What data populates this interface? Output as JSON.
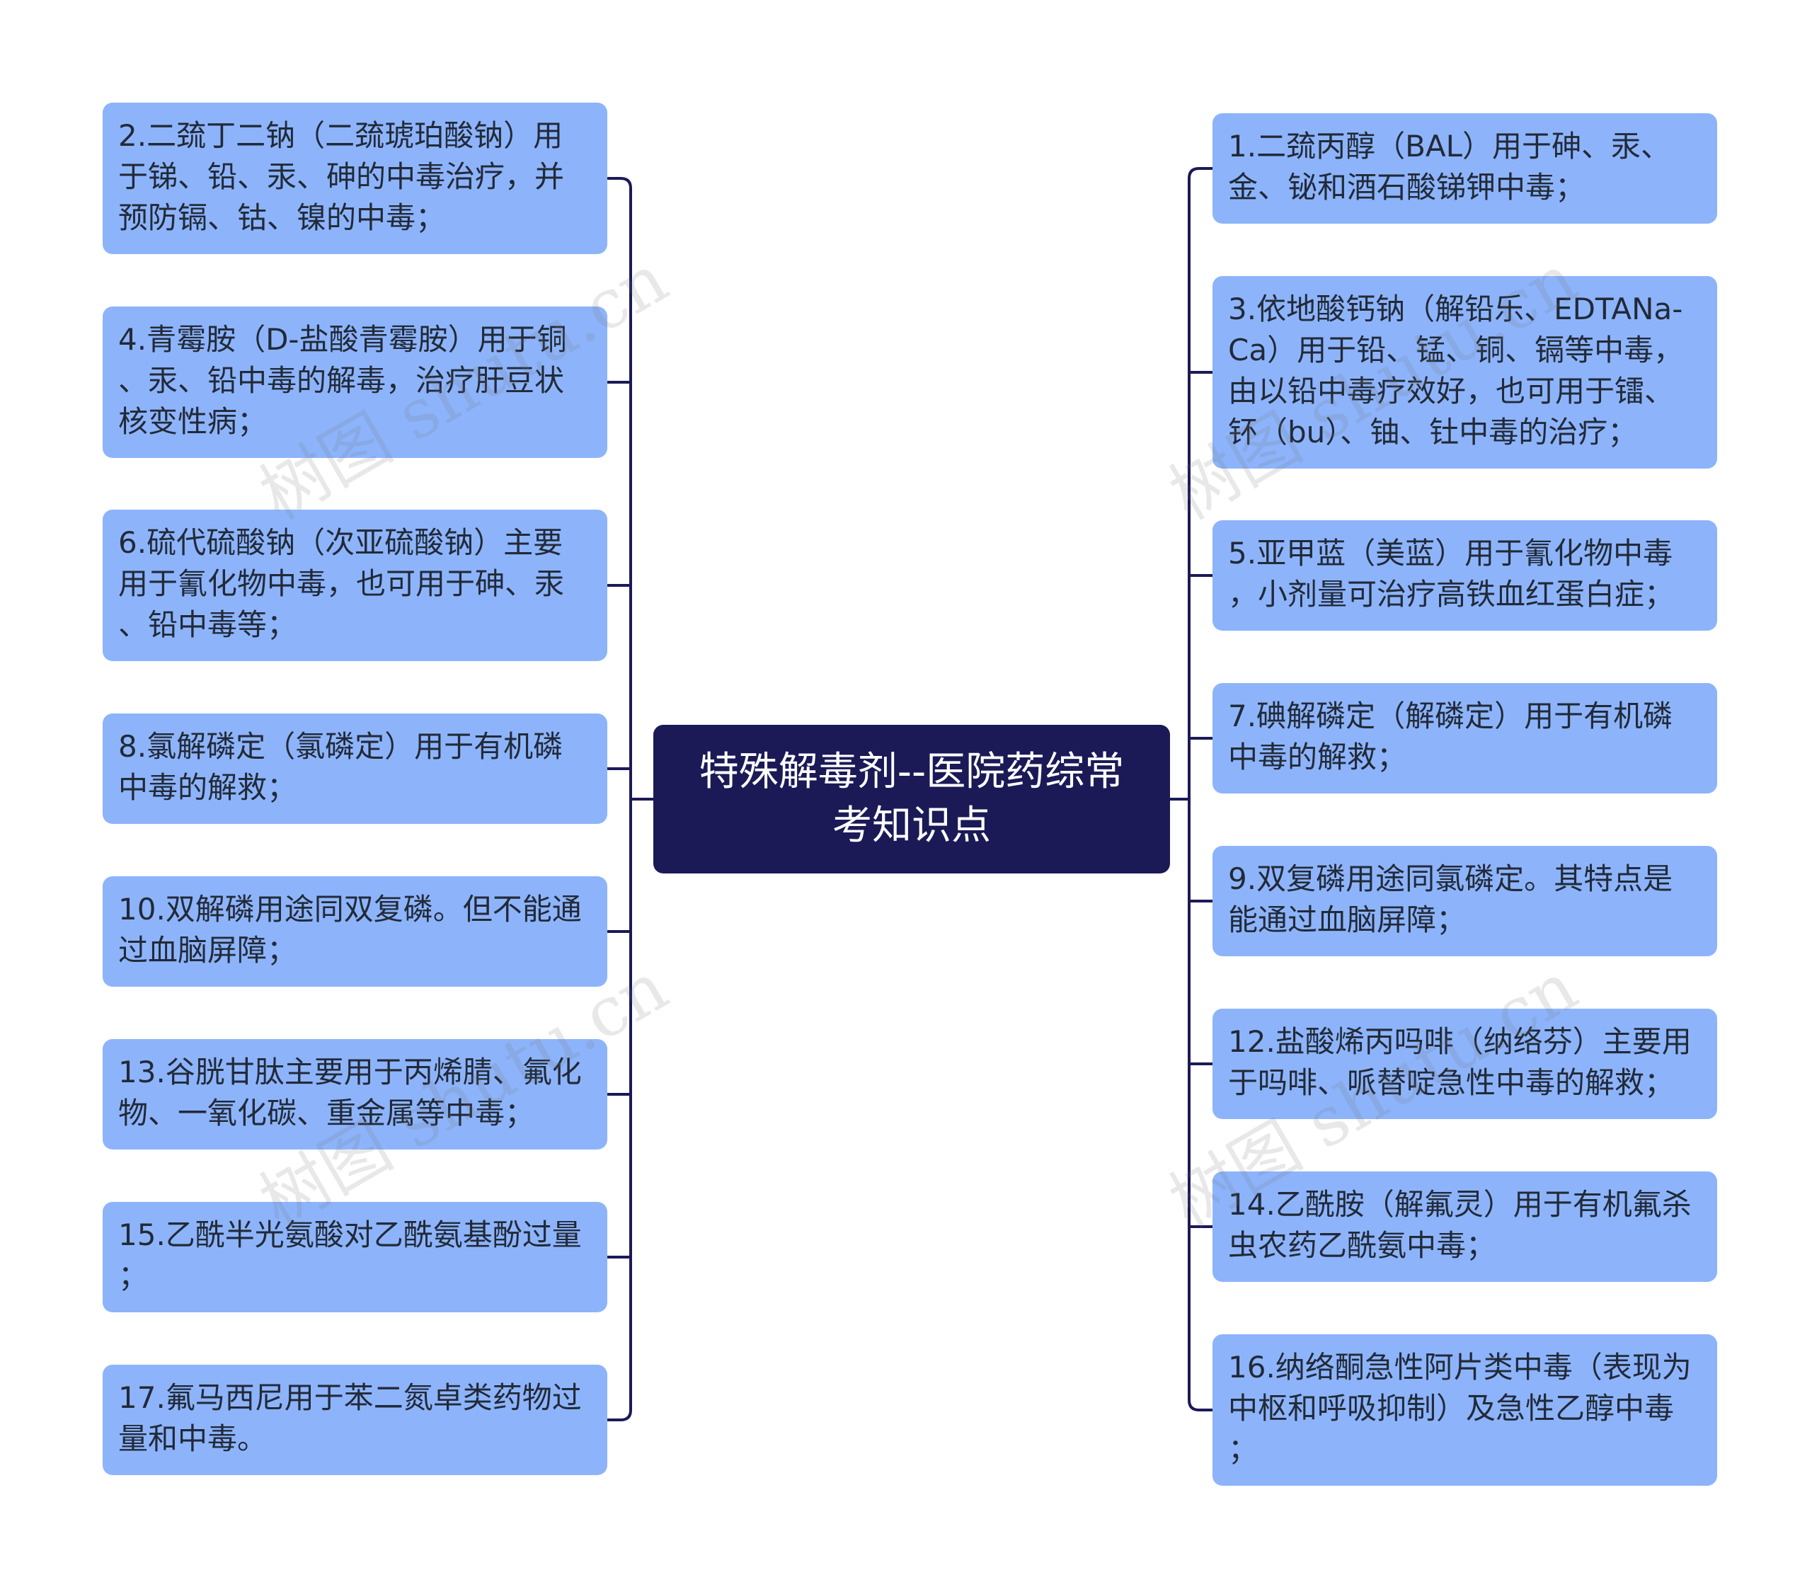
{
  "center": {
    "text": "特殊解毒剂--医院药综常\n考知识点"
  },
  "left_nodes": [
    {
      "text": "2.二巯丁二钠（二巯琥珀酸钠）用\n于锑、铅、汞、砷的中毒治疗，并\n预防镉、钴、镍的中毒；"
    },
    {
      "text": "4.青霉胺（D-盐酸青霉胺）用于铜\n、汞、铅中毒的解毒，治疗肝豆状\n核变性病；"
    },
    {
      "text": "6.硫代硫酸钠（次亚硫酸钠）主要\n用于氰化物中毒，也可用于砷、汞\n、铅中毒等；"
    },
    {
      "text": "8.氯解磷定（氯磷定）用于有机磷\n中毒的解救；"
    },
    {
      "text": "10.双解磷用途同双复磷。但不能通\n过血脑屏障；"
    },
    {
      "text": "13.谷胱甘肽主要用于丙烯腈、氟化\n物、一氧化碳、重金属等中毒；"
    },
    {
      "text": "15.乙酰半光氨酸对乙酰氨基酚过量\n；"
    },
    {
      "text": "17.氟马西尼用于苯二氮卓类药物过\n量和中毒。"
    }
  ],
  "right_nodes": [
    {
      "text": "1.二巯丙醇（BAL）用于砷、汞、\n金、铋和酒石酸锑钾中毒；"
    },
    {
      "text": "3.依地酸钙钠（解铅乐、EDTANa-\nCa）用于铅、锰、铜、镉等中毒，\n由以铅中毒疗效好，也可用于镭、\n钚（bu）、铀、钍中毒的治疗；"
    },
    {
      "text": "5.亚甲蓝（美蓝）用于氰化物中毒\n，小剂量可治疗高铁血红蛋白症；"
    },
    {
      "text": "7.碘解磷定（解磷定）用于有机磷\n中毒的解救；"
    },
    {
      "text": "9.双复磷用途同氯磷定。其特点是\n能通过血脑屏障；"
    },
    {
      "text": "12.盐酸烯丙吗啡（纳络芬）主要用\n于吗啡、哌替啶急性中毒的解救；"
    },
    {
      "text": "14.乙酰胺（解氟灵）用于有机氟杀\n虫农药乙酰氨中毒；"
    },
    {
      "text": "16.纳络酮急性阿片类中毒（表现为\n中枢和呼吸抑制）及急性乙醇中毒\n；"
    }
  ],
  "watermark": "树图 shutu.cn",
  "colors": {
    "node_bg": "#8db4fb",
    "center_bg": "#1b1a57",
    "line": "#1b1a57",
    "text": "#222a38"
  }
}
